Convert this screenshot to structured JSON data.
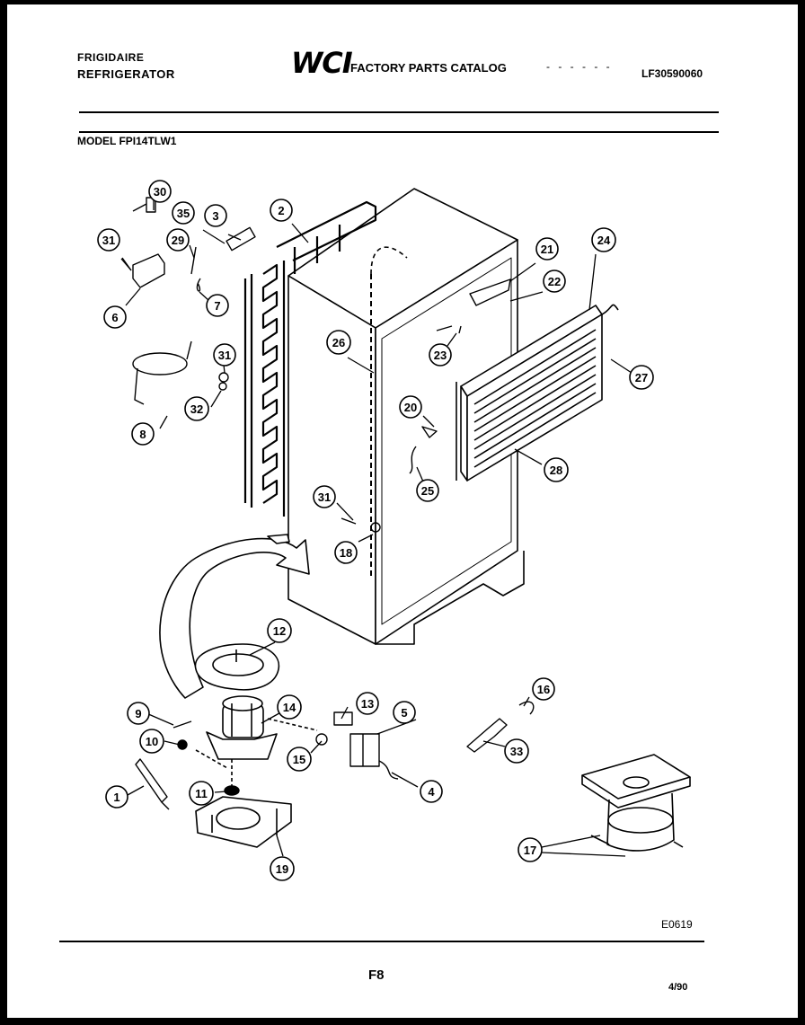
{
  "header": {
    "brand": "FRIGIDAIRE",
    "product": "REFRIGERATOR",
    "logo": "WCI",
    "catalog_title": "FACTORY PARTS CATALOG",
    "catalog_number": "LF30590060"
  },
  "model_line": "MODEL FPI14TLW1",
  "footer": {
    "drawing_code": "E0619",
    "page": "F8",
    "date": "4/90"
  },
  "callouts": {
    "c1": "1",
    "c2": "2",
    "c3": "3",
    "c4": "4",
    "c5": "5",
    "c6": "6",
    "c7": "7",
    "c8": "8",
    "c9": "9",
    "c10": "10",
    "c11": "11",
    "c12": "12",
    "c13": "13",
    "c14": "14",
    "c15": "15",
    "c16": "16",
    "c17": "17",
    "c18": "18",
    "c19": "19",
    "c20": "20",
    "c21": "21",
    "c22": "22",
    "c23": "23",
    "c24": "24",
    "c25": "25",
    "c26": "26",
    "c27": "27",
    "c28": "28",
    "c29": "29",
    "c30": "30",
    "c31a": "31",
    "c31b": "31",
    "c31c": "31",
    "c32": "32",
    "c33": "33",
    "c35": "35"
  }
}
